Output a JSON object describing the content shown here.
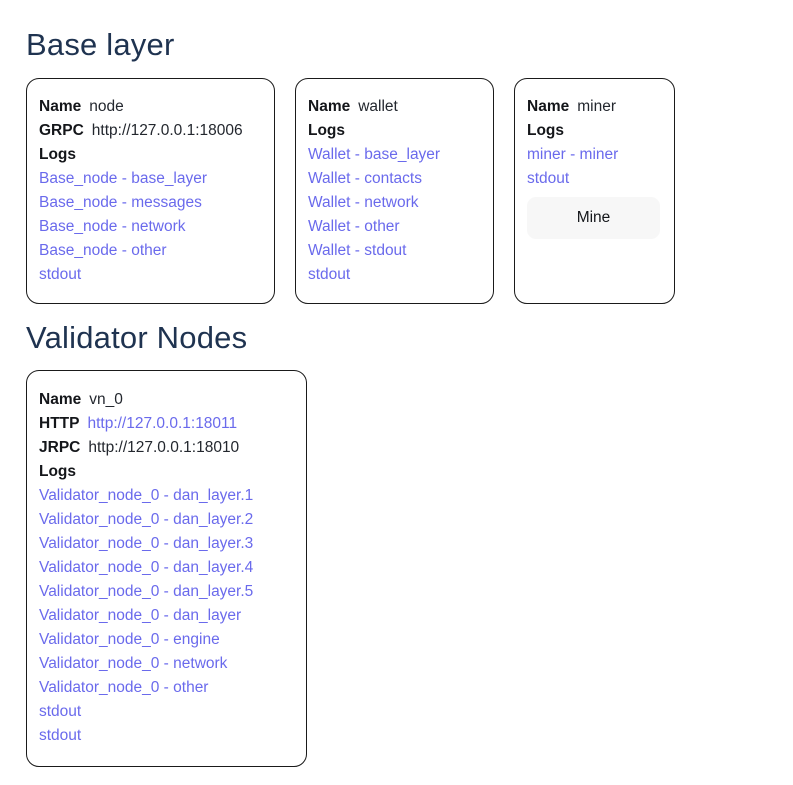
{
  "sections": [
    {
      "id": "base-layer",
      "title": "Base layer"
    },
    {
      "id": "validator-nodes",
      "title": "Validator Nodes"
    }
  ],
  "labels": {
    "name": "Name",
    "grpc": "GRPC",
    "http": "HTTP",
    "jrpc": "JRPC",
    "logs": "Logs"
  },
  "base_layer": {
    "node": {
      "name": "node",
      "grpc": "http://127.0.0.1:18006",
      "logs": [
        "Base_node - base_layer",
        "Base_node - messages",
        "Base_node - network",
        "Base_node - other",
        "stdout"
      ]
    },
    "wallet": {
      "name": "wallet",
      "logs": [
        "Wallet - base_layer",
        "Wallet - contacts",
        "Wallet - network",
        "Wallet - other",
        "Wallet - stdout",
        "stdout"
      ]
    },
    "miner": {
      "name": "miner",
      "logs": [
        "miner - miner",
        "stdout"
      ],
      "mine_button": "Mine"
    }
  },
  "validator_nodes": [
    {
      "name": "vn_0",
      "http": "http://127.0.0.1:18011",
      "jrpc": "http://127.0.0.1:18010",
      "logs": [
        "Validator_node_0 - dan_layer.1",
        "Validator_node_0 - dan_layer.2",
        "Validator_node_0 - dan_layer.3",
        "Validator_node_0 - dan_layer.4",
        "Validator_node_0 - dan_layer.5",
        "Validator_node_0 - dan_layer",
        "Validator_node_0 - engine",
        "Validator_node_0 - network",
        "Validator_node_0 - other",
        "stdout",
        "stdout"
      ]
    }
  ],
  "colors": {
    "link": "#6a6aec",
    "heading": "#1f3350",
    "text": "#23272e",
    "card_border": "#1a1a1a",
    "button_bg": "#f7f7f7"
  }
}
